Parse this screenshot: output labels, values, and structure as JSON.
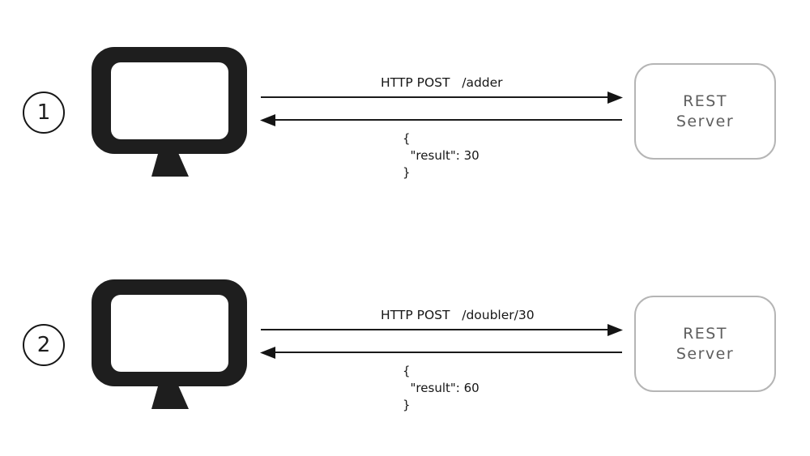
{
  "diagram": {
    "colors": {
      "background": "#ffffff",
      "ink": "#1a1a1a",
      "monitor_fill": "#1e1e1e",
      "server_border": "#b5b5b5",
      "server_text": "#5e5e5e"
    },
    "rows": [
      {
        "step": "1",
        "request_label": "HTTP POST   /adder",
        "response_json": "{\n  \"result\": 30\n}",
        "server_name": "REST\nServer"
      },
      {
        "step": "2",
        "request_label": "HTTP POST   /doubler/30",
        "response_json": "{\n  \"result\": 60\n}",
        "server_name": "REST\nServer"
      }
    ]
  }
}
